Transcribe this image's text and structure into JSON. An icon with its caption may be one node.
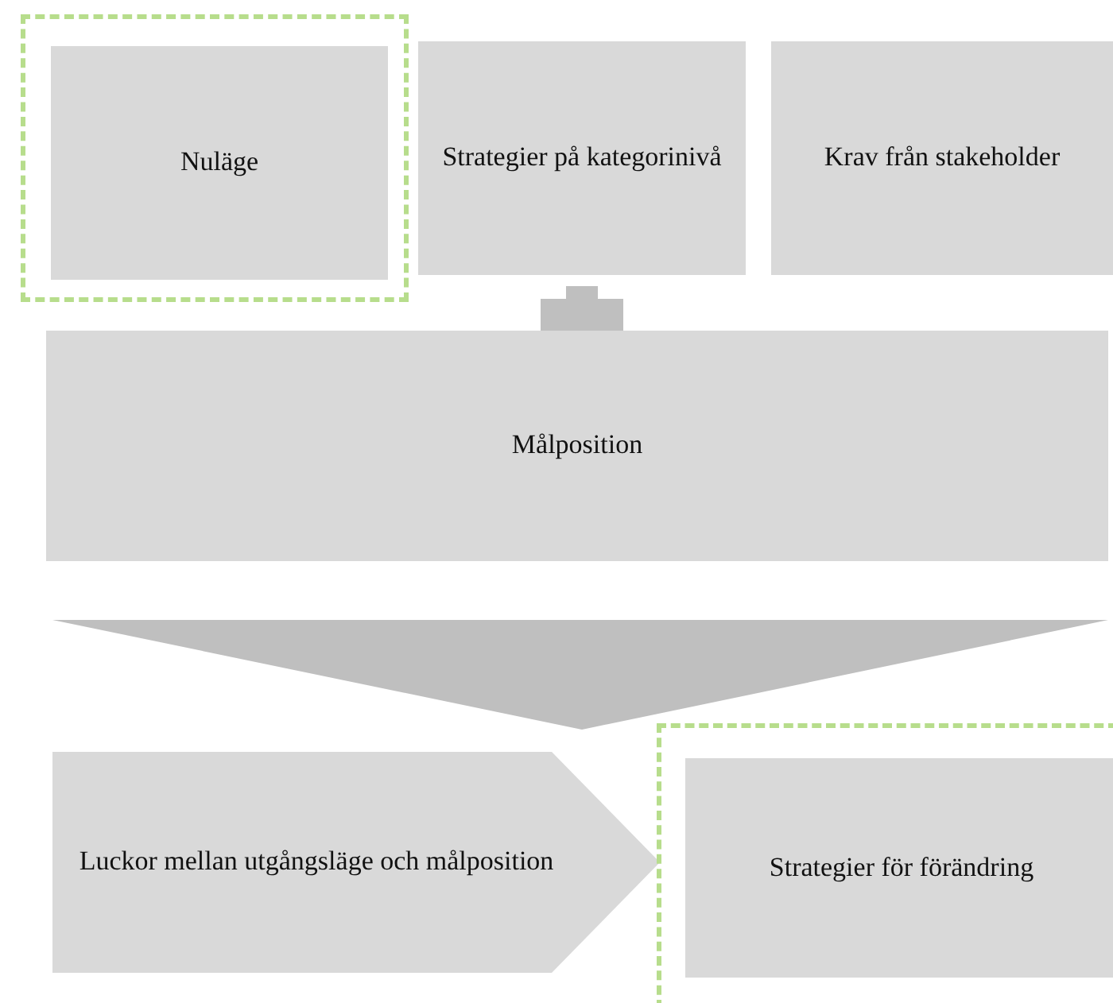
{
  "diagram": {
    "nodes": [
      {
        "text": [],
        "shape": "box"
      },
      {
        "text": [
          "Nuläge"
        ],
        "in": 0
      },
      {
        "text": [
          "Strategier på kategorinivå"
        ]
      },
      {
        "text": [
          "Krav från stakeholder"
        ]
      },
      {
        "text": [
          "Målposition"
        ]
      },
      {
        "text": [
          "Luckor mellan utgångsläge och målposition"
        ]
      },
      {
        "text": [],
        "shape": "box"
      },
      {
        "text": [
          "Strategier för förändring"
        ],
        "in": 6
      }
    ]
  }
}
